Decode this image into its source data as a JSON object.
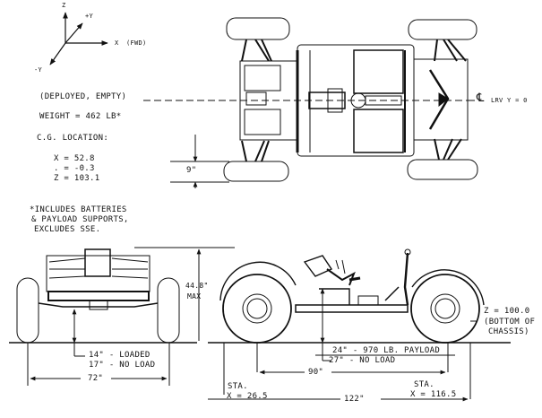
{
  "axes": {
    "z": "Z",
    "plus_y": "+Y",
    "minus_y": "-Y",
    "x": "X",
    "fwd": "(FWD)"
  },
  "info": {
    "condition": "(DEPLOYED, EMPTY)",
    "weight": "WEIGHT = 462 LB*",
    "cg_title": "C.G. LOCATION:",
    "cg_x": "X = 52.8",
    "cg_y": ". = -0.3",
    "cg_z": "Z = 103.1",
    "footnote_1": "*INCLUDES BATTERIES",
    "footnote_2": "& PAYLOAD SUPPORTS,",
    "footnote_3": "EXCLUDES SSE."
  },
  "top_view": {
    "centerline": "LRV Y = 0",
    "centerline_symbol": "℄",
    "wheel_clearance": "9\""
  },
  "front_view": {
    "height": "44.8\"",
    "height_max": "MAX",
    "clearance_loaded": "14\" - LOADED",
    "clearance_noload": "17\" - NO LOAD",
    "track": "72\""
  },
  "side_view": {
    "z_ref": "Z = 100.0",
    "z_ref_note1": "(BOTTOM OF",
    "z_ref_note2": "CHASSIS)",
    "clearance_payload": "24\" - 970 LB. PAYLOAD",
    "clearance_noload": "27\" - NO LOAD",
    "wheelbase": "90\"",
    "length": "122\"",
    "sta_front_label": "STA.",
    "sta_front_value": "X = 26.5",
    "sta_rear_label": "STA.",
    "sta_rear_value": "X = 116.5"
  }
}
